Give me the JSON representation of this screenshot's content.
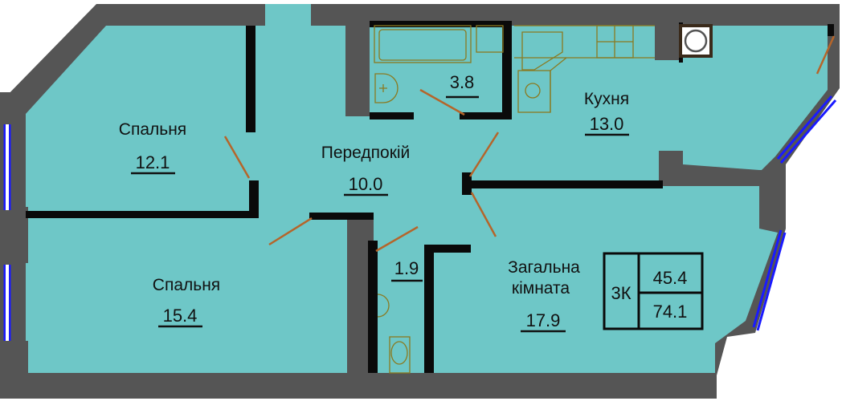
{
  "colors": {
    "floor": "#6ec7c7",
    "outer_wall": "#555555",
    "inner_wall": "#0a0a0a",
    "window": "#1a1aff",
    "door": "#b5652a",
    "fixture": "#8a7a20"
  },
  "rooms": [
    {
      "name": "Спальня",
      "area": "12.1"
    },
    {
      "name": "Спальня",
      "area": "15.4"
    },
    {
      "name": "Передпокій",
      "area": "10.0"
    },
    {
      "name": "",
      "area": "3.8"
    },
    {
      "name": "",
      "area": "1.9"
    },
    {
      "name": "Кухня",
      "area": "13.0"
    },
    {
      "name": "Загальна",
      "name2": "кімната",
      "area": "17.9"
    }
  ],
  "summary": {
    "type": "3К",
    "living_area": "45.4",
    "total_area": "74.1"
  }
}
